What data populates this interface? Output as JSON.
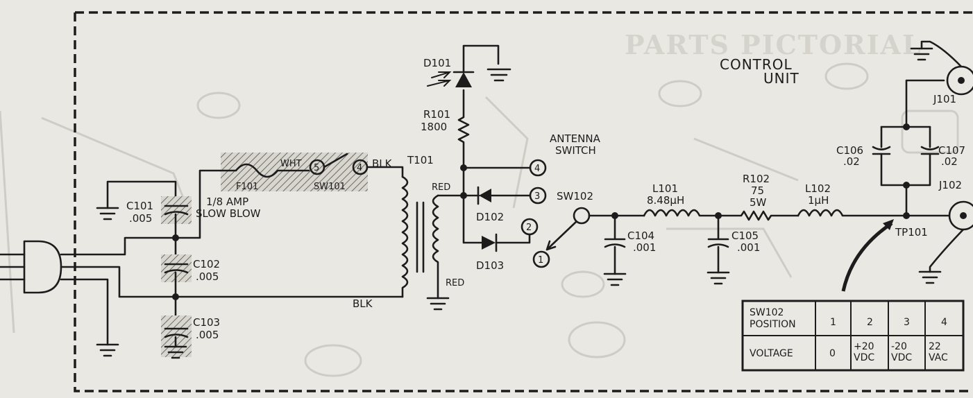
{
  "watermark": "PARTS PICTORIAL",
  "title": {
    "line1": "CONTROL",
    "line2": "UNIT"
  },
  "antenna_switch": {
    "line1": "ANTENNA",
    "line2": "SWITCH"
  },
  "components": {
    "c101": {
      "ref": "C101",
      "value": ".005"
    },
    "c102": {
      "ref": "C102",
      "value": ".005"
    },
    "c103": {
      "ref": "C103",
      "value": ".005"
    },
    "c104": {
      "ref": "C104",
      "value": ".001"
    },
    "c105": {
      "ref": "C105",
      "value": ".001"
    },
    "c106": {
      "ref": "C106",
      "value": ".02"
    },
    "c107": {
      "ref": "C107",
      "value": ".02"
    },
    "f101": {
      "ref": "F101",
      "line2": "1/8 AMP",
      "line3": "SLOW BLOW"
    },
    "sw101": {
      "ref": "SW101"
    },
    "sw102": {
      "ref": "SW102"
    },
    "t101": {
      "ref": "T101"
    },
    "d101": {
      "ref": "D101"
    },
    "d102": {
      "ref": "D102"
    },
    "d103": {
      "ref": "D103"
    },
    "r101": {
      "ref": "R101",
      "value": "1800"
    },
    "r102": {
      "ref": "R102",
      "value": "75",
      "power": "5W"
    },
    "l101": {
      "ref": "L101",
      "value": "8.48μH"
    },
    "l102": {
      "ref": "L102",
      "value": "1μH"
    },
    "j101": {
      "ref": "J101"
    },
    "j102": {
      "ref": "J102"
    },
    "tp101": {
      "ref": "TP101"
    }
  },
  "wire_labels": {
    "wht": "WHT",
    "blk_top": "BLK",
    "blk_bottom": "BLK",
    "red_top": "RED",
    "red_bottom": "RED"
  },
  "terminals": {
    "sw_in": "5",
    "sw_out": "4",
    "t1": "1",
    "t2": "2",
    "t3": "3",
    "t4": "4"
  },
  "table": {
    "header": "SW102",
    "header2": "POSITION",
    "positions": [
      "1",
      "2",
      "3",
      "4"
    ],
    "row_label": "VOLTAGE",
    "voltages": [
      {
        "line1": "0",
        "line2": ""
      },
      {
        "line1": "+20",
        "line2": "VDC"
      },
      {
        "line1": "-20",
        "line2": "VDC"
      },
      {
        "line1": "22",
        "line2": "VAC"
      }
    ]
  }
}
